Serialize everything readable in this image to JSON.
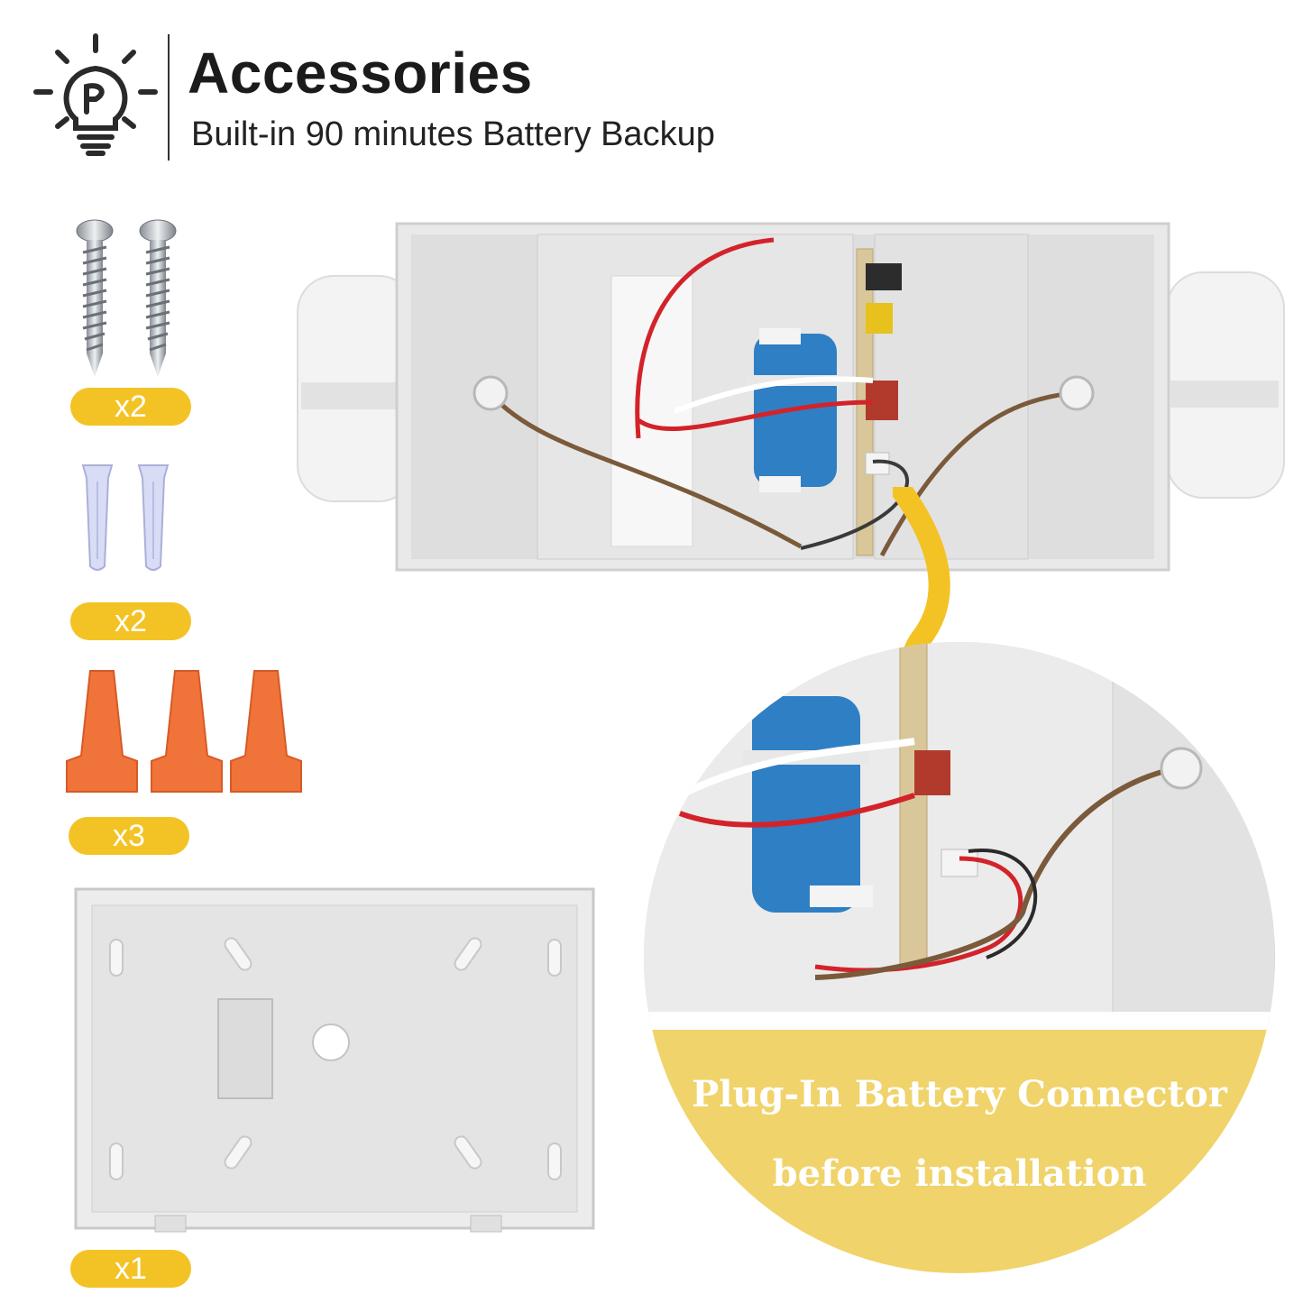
{
  "header": {
    "title": "Accessories",
    "subtitle": "Built-in 90 minutes Battery Backup",
    "icon": "lightbulb-icon"
  },
  "accessories": [
    {
      "name": "screws",
      "qty_label": "x2"
    },
    {
      "name": "wall-anchors",
      "qty_label": "x2"
    },
    {
      "name": "wire-nuts",
      "qty_label": "x3"
    },
    {
      "name": "mounting-plate",
      "qty_label": "x1"
    }
  ],
  "callout": {
    "line1": "Plug-In Battery Connector",
    "line2": "before installation"
  },
  "colors": {
    "accent": "#f3c325",
    "wire_nut": "#f0733a",
    "battery": "#2f7fc4",
    "housing": "#ededed"
  }
}
